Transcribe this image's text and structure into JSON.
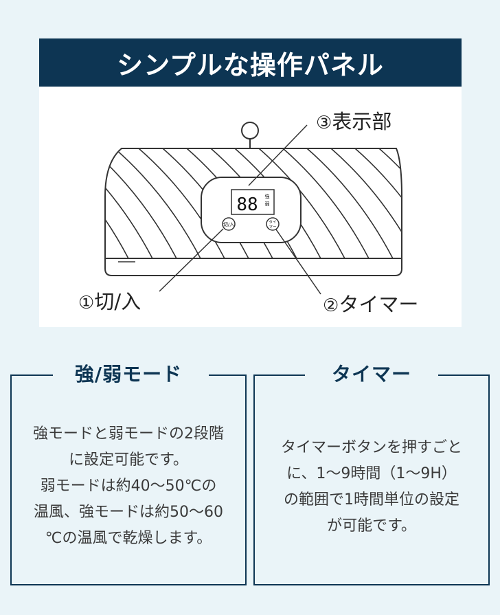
{
  "banner": {
    "title": "シンプルな操作パネル"
  },
  "device": {
    "display_digits": "88",
    "display_side_top": "強",
    "display_side_bottom": "弱",
    "button_left_label": "切/入",
    "button_right_label_top": "タイ",
    "button_right_label_bottom": "マー"
  },
  "callouts": {
    "c1": {
      "num": "①",
      "label": "切/入"
    },
    "c2": {
      "num": "②",
      "label": "タイマー"
    },
    "c3": {
      "num": "③",
      "label": "表示部"
    }
  },
  "panels": {
    "left": {
      "heading": "強/弱モード",
      "lines": [
        "強モードと弱モードの2段階",
        "に設定可能です。",
        "弱モードは約40～50℃の",
        "温風、強モードは約50～60",
        "℃の温風で乾燥します。"
      ]
    },
    "right": {
      "heading": "タイマー",
      "lines": [
        "タイマーボタンを押すごと",
        "に、1～9時間（1～9H）",
        "の範囲で1時間単位の設定",
        "が可能です。"
      ]
    }
  },
  "colors": {
    "navy": "#0d3553",
    "background": "#eaf4f8",
    "card": "#ffffff"
  }
}
